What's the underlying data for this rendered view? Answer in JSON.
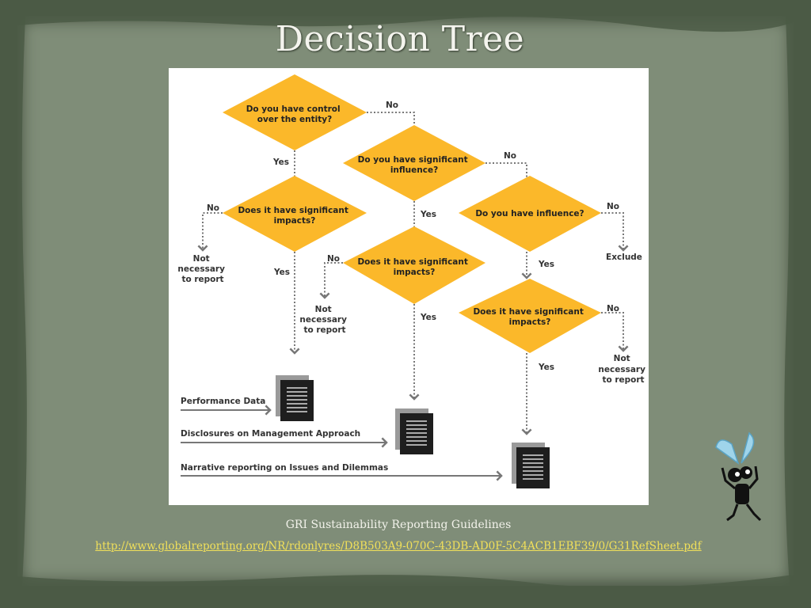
{
  "slide": {
    "title": "Decision Tree",
    "caption": "GRI Sustainability Reporting Guidelines",
    "source_url": "http://www.globalreporting.org/NR/rdonlyres/D8B503A9-070C-43DB-AD0F-5C4ACB1EBF39/0/G31RefSheet.pdf"
  },
  "colors": {
    "diamond": "#fbb82a",
    "connector": "#777777",
    "document": "#1e1e1e",
    "document_shadow": "#9a9a9a",
    "link": "#f1e05a"
  },
  "diagram": {
    "questions": [
      {
        "id": "q1",
        "lines": [
          "Do you have control",
          "over the entity?"
        ]
      },
      {
        "id": "q2",
        "lines": [
          "Do you have significant",
          "influence?"
        ]
      },
      {
        "id": "q3",
        "lines": [
          "Does it have significant",
          "impacts?"
        ]
      },
      {
        "id": "q4",
        "lines": [
          "Does it have significant",
          "impacts?"
        ]
      },
      {
        "id": "q5",
        "lines": [
          "Do you have influence?"
        ]
      },
      {
        "id": "q6",
        "lines": [
          "Does it have significant",
          "impacts?"
        ]
      }
    ],
    "branch_labels": [
      {
        "id": "b-q1-no",
        "text": "No"
      },
      {
        "id": "b-q1-yes",
        "text": "Yes"
      },
      {
        "id": "b-q2-no",
        "text": "No"
      },
      {
        "id": "b-q2-yes",
        "text": "Yes"
      },
      {
        "id": "b-q3-no",
        "text": "No"
      },
      {
        "id": "b-q3-yes",
        "text": "Yes"
      },
      {
        "id": "b-q4-no",
        "text": "No"
      },
      {
        "id": "b-q4-yes",
        "text": "Yes"
      },
      {
        "id": "b-q5-no",
        "text": "No"
      },
      {
        "id": "b-q5-yes",
        "text": "Yes"
      },
      {
        "id": "b-q6-no",
        "text": "No"
      },
      {
        "id": "b-q6-yes",
        "text": "Yes"
      }
    ],
    "outcomes": [
      {
        "id": "o-q3-no",
        "lines": [
          "Not",
          "necessary",
          "to report"
        ]
      },
      {
        "id": "o-q4-no",
        "lines": [
          "Not",
          "necessary",
          "to report"
        ]
      },
      {
        "id": "o-q5-no",
        "lines": [
          "Exclude"
        ]
      },
      {
        "id": "o-q6-no",
        "lines": [
          "Not",
          "necessary",
          "to report"
        ]
      }
    ],
    "report_rows": [
      {
        "id": "r1",
        "text": "Performance Data"
      },
      {
        "id": "r2",
        "text": "Disclosures on Management Approach"
      },
      {
        "id": "r3",
        "text": "Narrative reporting on Issues and Dilemmas"
      }
    ],
    "document_icon": "document-icon"
  },
  "mascot_icon": "scissors-character-icon"
}
